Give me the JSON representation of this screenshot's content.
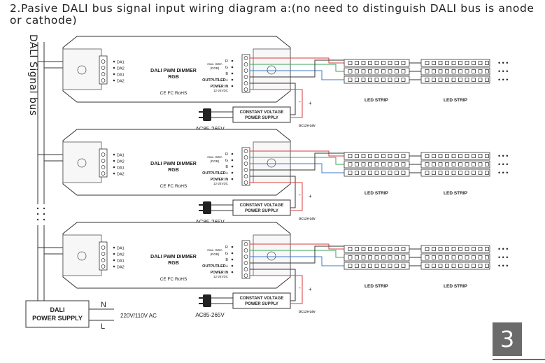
{
  "heading": "2.Pasive DALI bus signal input wiring diagram a:(no need to distinguish DALI bus is anode or  cathode)",
  "bus_label": "DALI Signal bus",
  "page_number": "3",
  "dimmer": {
    "title_line1": "DALI PWM DIMMER",
    "title_line2": "RGB",
    "cert": "CE FC RoHS",
    "dali_terminals": [
      "DA1",
      "DA2",
      "DA1",
      "DA2"
    ],
    "spec_line1": "max. 3x5A",
    "spec_line2": "(RGB)",
    "outputs": [
      "R",
      "G",
      "B"
    ],
    "output_plus": "OUTPUTLED+",
    "power_in": "POWER IN",
    "power_in_voltage": "12-24VDC"
  },
  "power_supply": {
    "line1": "CONSTANT VOLTAGE",
    "line2": "POWER SUPPLY",
    "dc_label": "DC12V-24V",
    "ac_label": "AC85-265V",
    "minus": "-",
    "plus": "+"
  },
  "led_strip_label": "LED STRIP",
  "ellipsis": "• • •",
  "dali_power_supply": {
    "line1": "DALI",
    "line2": "POWER SUPPLY",
    "n": "N",
    "l": "L",
    "mains": "220V/110V AC"
  },
  "colors": {
    "red": "#d83b3b",
    "green": "#3aa55a",
    "blue": "#3d78c8",
    "wire": "#333333",
    "badge": "#6b6b6b"
  }
}
